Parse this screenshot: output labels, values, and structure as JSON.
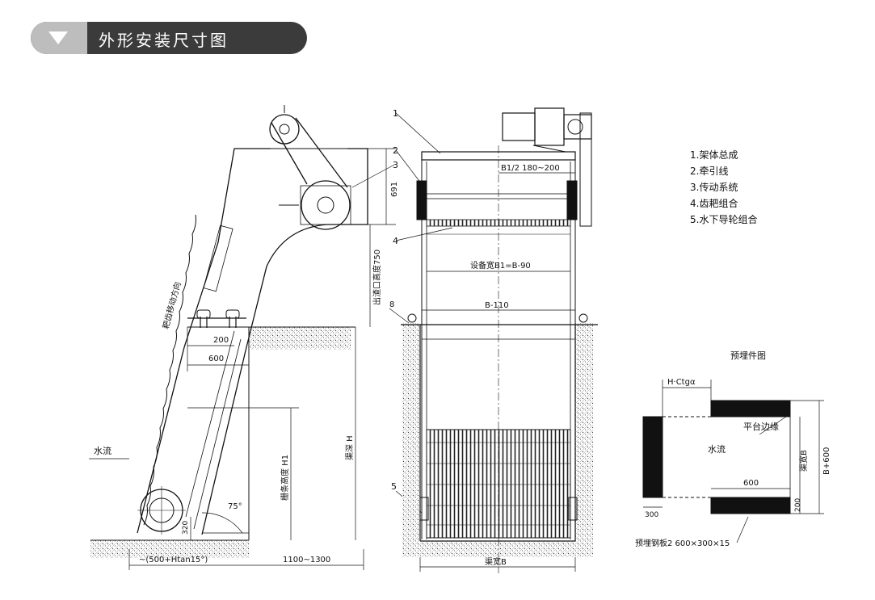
{
  "header": {
    "title": "外形安装尺寸图"
  },
  "legend": [
    "1.架体总成",
    "2.牵引线",
    "3.传动系统",
    "4.齿耙组合",
    "5.水下导轮组合"
  ],
  "side_view": {
    "callouts": [
      "1",
      "2",
      "3",
      "4",
      "5"
    ],
    "dim_691": "691",
    "dim_outlet": "出渣口高度750",
    "dim_200": "200",
    "dim_600": "600",
    "dim_depth": "渠深 H",
    "dim_grid": "栅条高度 H1",
    "dim_320": "320",
    "angle": "75°",
    "dim_base": "~(500+Htan15°)",
    "dim_1100": "1100~1300",
    "flow": "水流",
    "rake_dir": "耙齿移动方向"
  },
  "front_view": {
    "dim_b1_half": "B1/2 180~200",
    "dim_width": "设备宽B1=B-90",
    "dim_b110": "B-110",
    "dim_8": "8",
    "dim_channel": "渠宽B"
  },
  "embed_view": {
    "title": "预埋件图",
    "dim_top": "H·Ctgα",
    "edge": "平台边缘",
    "flow": "水流",
    "dim_600": "600",
    "dim_300": "300",
    "dim_200": "200",
    "dim_channel": "渠宽B",
    "dim_b600": "B+600",
    "plate": "预埋钢板2  600×300×15"
  }
}
